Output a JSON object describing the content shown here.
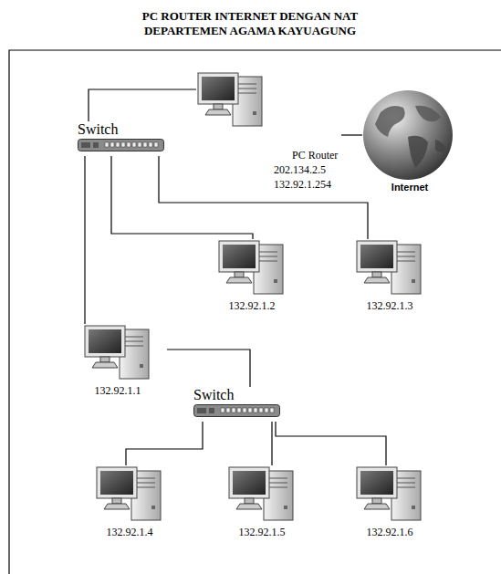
{
  "diagram": {
    "title": "PC ROUTER INTERNET DENGAN NAT DEPARTEMEN AGAMA KAYUAGUNG",
    "nodes": [
      {
        "text": [
          "Switch"
        ]
      },
      {
        "text": [
          "PC Router",
          "202.134.2.5",
          "132.92.1.254"
        ]
      },
      {
        "text": [
          "Internet"
        ]
      },
      {
        "text": [
          "132.92.1.2"
        ]
      },
      {
        "text": [
          "132.92.1.3"
        ]
      },
      {
        "text": [
          "132.92.1.1"
        ]
      },
      {
        "text": [
          "Switch"
        ]
      },
      {
        "text": [
          "132.92.1.4"
        ]
      },
      {
        "text": [
          "132.92.1.5"
        ]
      },
      {
        "text": [
          "132.92.1.6"
        ]
      }
    ],
    "edges": [
      {
        "from": 0,
        "to": 1,
        "arrow": "none"
      },
      {
        "from": 1,
        "to": 2,
        "arrow": "none"
      },
      {
        "from": 0,
        "to": 3,
        "arrow": "none"
      },
      {
        "from": 0,
        "to": 4,
        "arrow": "none"
      },
      {
        "from": 0,
        "to": 5,
        "arrow": "none"
      },
      {
        "from": 5,
        "to": 6,
        "arrow": "none"
      },
      {
        "from": 6,
        "to": 7,
        "arrow": "none"
      },
      {
        "from": 6,
        "to": 8,
        "arrow": "none"
      },
      {
        "from": 6,
        "to": 9,
        "arrow": "none"
      }
    ]
  }
}
